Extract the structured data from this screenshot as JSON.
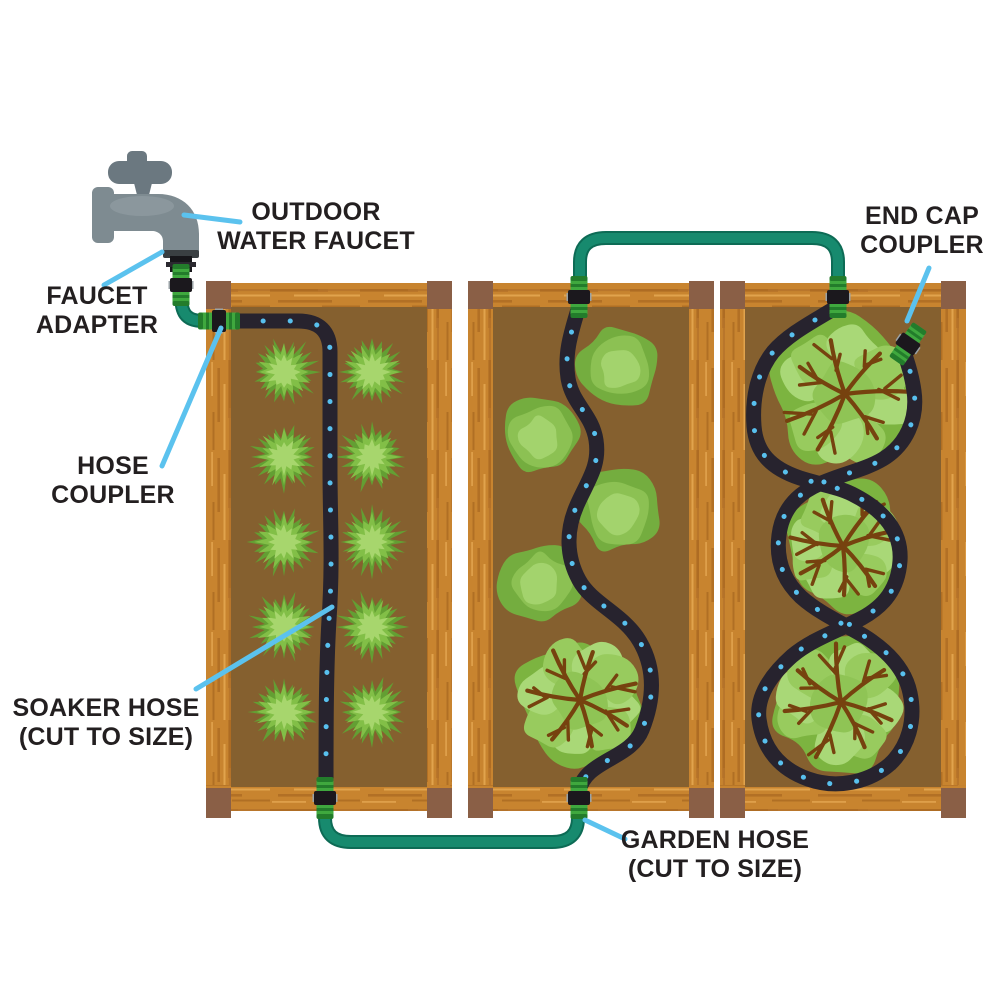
{
  "diagram": {
    "labels": {
      "outdoor_water_faucet": {
        "line1": "OUTDOOR",
        "line2": "WATER FAUCET"
      },
      "faucet_adapter": {
        "line1": "FAUCET",
        "line2": "ADAPTER"
      },
      "hose_coupler": {
        "line1": "HOSE",
        "line2": "COUPLER"
      },
      "soaker_hose": {
        "line1": "SOAKER HOSE",
        "line2": "(CUT TO SIZE)"
      },
      "end_cap_coupler": {
        "line1": "END CAP",
        "line2": "COUPLER"
      },
      "garden_hose": {
        "line1": "GARDEN HOSE",
        "line2": "(CUT TO SIZE)"
      }
    },
    "colors": {
      "background": "#ffffff",
      "label_text": "#231f20",
      "callout_line": "#5bc2ee",
      "wood": "#c8842f",
      "wood_streak_dark": "#9c5c1b",
      "wood_streak_mid": "#b5732a",
      "wood_streak_light": "#e7ab55",
      "corner_post": "#8a5f46",
      "soil": "#85602f",
      "soaker_hose": "#27232e",
      "soaker_dots": "#58c0ee",
      "garden_hose": "#178a6e",
      "garden_hose_edge": "#0d6b55",
      "coupler_green": "#3fa83e",
      "coupler_dark_green": "#237c2b",
      "coupler_band": "#1b181d",
      "coupler_clamp": "#9aa2a6",
      "faucet_body": "#7e8b91",
      "faucet_handle": "#6b7880",
      "faucet_highlight": "#95a2a8",
      "faucet_threads": "#3a3f42",
      "connector_black": "#17161a",
      "plant_spiky_dark": "#639f33",
      "plant_spiky_mid": "#82bf47",
      "plant_spiky_light": "#a7d66d",
      "plant_cloud_outer": "#74ad3f",
      "plant_cloud_mid": "#8cc153",
      "plant_cloud_inner": "#a3d36d",
      "lettuce_base": "#7cb440",
      "lettuce_lobe_a": "#98cb5e",
      "lettuce_lobe_b": "#a9d877",
      "lettuce_center": "#8fc455",
      "leaf_vein": "#76420f"
    }
  }
}
